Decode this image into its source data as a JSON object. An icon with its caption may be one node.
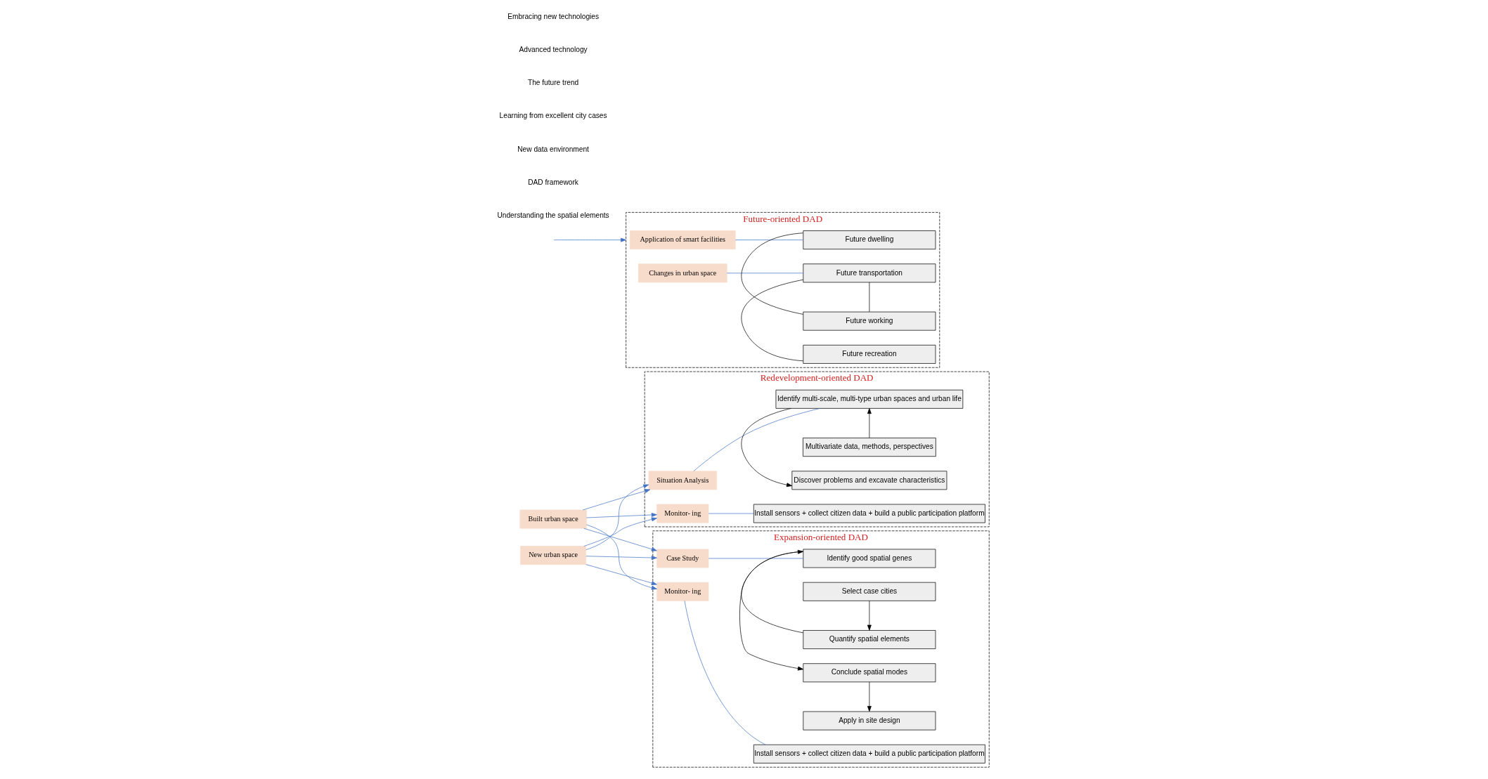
{
  "diagram": {
    "nodes": [
      {
        "text": [
          "Redevelopment-oriented DAD"
        ]
      },
      {
        "text": [
          "Situation Analysis"
        ],
        "in": 0
      },
      {
        "text": [
          "Multivariate data, methods, perspectives"
        ],
        "in": 0
      },
      {
        "text": [
          "Identify multi-scale, multi-type urban spaces and urban life"
        ],
        "in": 0
      },
      {
        "text": [
          "Discover problems and excavate characteristics"
        ],
        "in": 0
      },
      {
        "text": [
          "Monitor- ing"
        ],
        "in": 0
      },
      {
        "text": [
          "Install sensors + collect citizen data + build a public participation platform"
        ],
        "in": 0
      },
      {
        "text": [
          "Expansion-oriented DAD"
        ]
      },
      {
        "text": [
          "Case Study"
        ],
        "in": 7
      },
      {
        "text": [
          "Select case cities"
        ],
        "in": 7
      },
      {
        "text": [
          "Quantify spatial elements"
        ],
        "in": 7
      },
      {
        "text": [
          "Identify good spatial genes"
        ],
        "in": 7
      },
      {
        "text": [
          "Conclude spatial modes"
        ],
        "in": 7
      },
      {
        "text": [
          "Apply in site design"
        ],
        "in": 7
      },
      {
        "text": [
          "Monitor- ing"
        ],
        "in": 7
      },
      {
        "text": [
          "Install sensors + collect citizen data + build a public participation platform"
        ],
        "in": 7
      },
      {
        "text": [
          "Future-oriented DAD"
        ]
      },
      {
        "text": [
          "Application of smart facilities"
        ],
        "in": 16
      },
      {
        "text": [
          "Changes in urban space"
        ],
        "in": 16
      },
      {
        "text": [
          "Future dwelling"
        ],
        "in": 16
      },
      {
        "text": [
          "Future working"
        ],
        "in": 16
      },
      {
        "text": [
          "Future transportation"
        ],
        "in": 16
      },
      {
        "text": [
          "Future recreation"
        ],
        "in": 16
      },
      {
        "text": [
          "Built urban space"
        ]
      },
      {
        "text": [
          "New urban space"
        ]
      }
    ],
    "edges": [
      {
        "from": 23,
        "to": 1,
        "arrow": "to"
      },
      {
        "from": 23,
        "to": 5,
        "arrow": "to"
      },
      {
        "from": 23,
        "to": 8,
        "arrow": "to"
      },
      {
        "from": 23,
        "to": 14,
        "arrow": "to"
      },
      {
        "from": 24,
        "to": 1,
        "arrow": "to"
      },
      {
        "from": 24,
        "to": 5,
        "arrow": "to"
      },
      {
        "from": 24,
        "to": 8,
        "arrow": "to"
      },
      {
        "from": 24,
        "to": 14,
        "arrow": "to"
      },
      {
        "from": 1,
        "to": 3,
        "arrow": "none"
      },
      {
        "from": 5,
        "to": 6,
        "arrow": "none"
      },
      {
        "from": 2,
        "to": 3,
        "arrow": "to",
        "color": "#000000"
      },
      {
        "from": 3,
        "to": 4,
        "arrow": "to",
        "color": "#000000"
      },
      {
        "from": 8,
        "to": 11,
        "arrow": "none"
      },
      {
        "from": 14,
        "to": 15,
        "arrow": "none"
      },
      {
        "from": 9,
        "to": 10,
        "arrow": "to",
        "color": "#000000"
      },
      {
        "from": 10,
        "to": 11,
        "arrow": "to",
        "color": "#000000"
      },
      {
        "from": 11,
        "to": 12,
        "arrow": "to",
        "color": "#000000"
      },
      {
        "from": 12,
        "to": 13,
        "arrow": "to",
        "color": "#000000"
      },
      {
        "from": null,
        "to": 16,
        "arrow": "to"
      },
      {
        "from": 17,
        "to": 19,
        "arrow": "none"
      },
      {
        "from": 18,
        "to": 21,
        "arrow": "none"
      },
      {
        "from": 19,
        "to": 20,
        "arrow": "none",
        "color": "#000000"
      },
      {
        "from": 20,
        "to": 21,
        "arrow": "none",
        "color": "#000000"
      },
      {
        "from": 21,
        "to": 22,
        "arrow": "none",
        "color": "#000000"
      }
    ],
    "labels": [
      "Understanding the spatial elements",
      "DAD framework",
      "New data environment",
      "Learning from excellent city cases",
      "The future trend",
      "Advanced technology",
      "Embracing new technologies"
    ]
  }
}
